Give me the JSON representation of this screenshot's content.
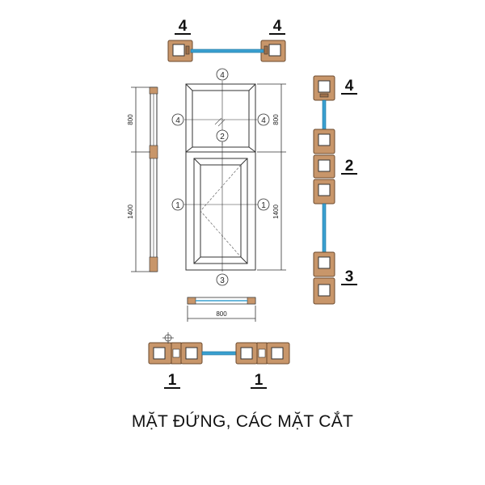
{
  "caption": "MẶT ĐỨNG, CÁC MẶT CẮT",
  "dimensions": {
    "upper_height": "800",
    "lower_height": "1400",
    "width": "800"
  },
  "markers": {
    "m1": "1",
    "m2": "2",
    "m3": "3",
    "m4": "4"
  },
  "sections": {
    "top_left": "4",
    "top_right": "4",
    "right_top": "4",
    "right_mid": "2",
    "right_bottom": "3",
    "bottom_left": "1",
    "bottom_right": "1"
  },
  "colors": {
    "profile": "#c8966a",
    "profile_dark": "#a0704a",
    "glass": "#3aa0d0",
    "line": "#333333"
  }
}
